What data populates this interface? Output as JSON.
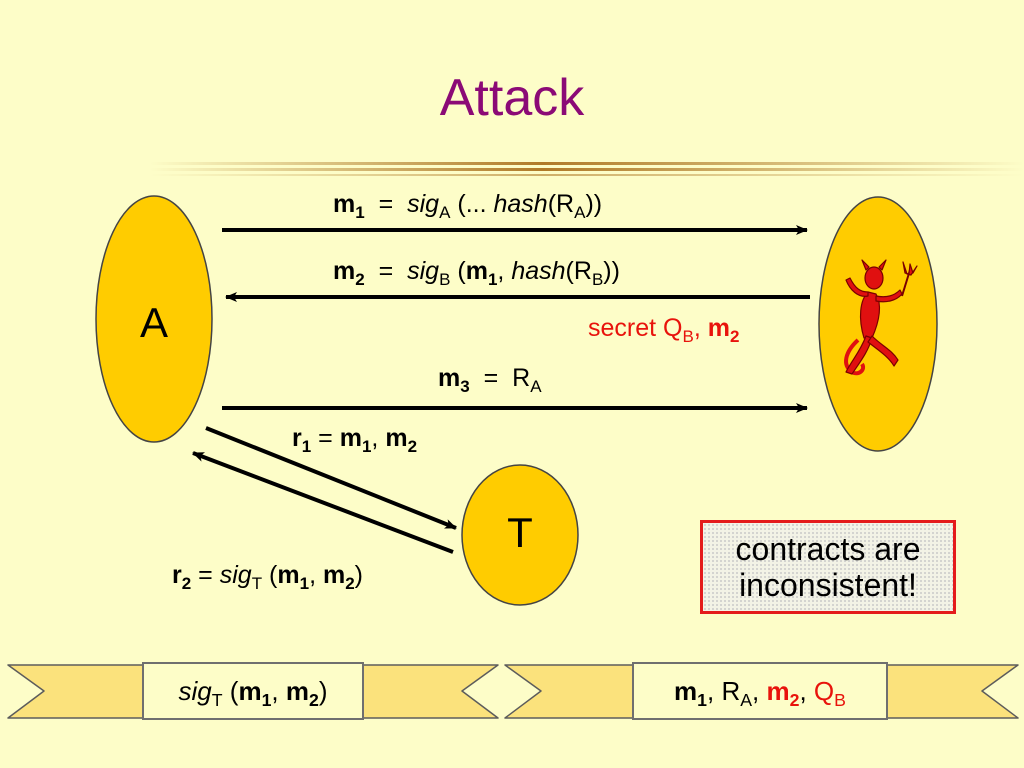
{
  "title": "Attack",
  "nodes": {
    "a": "A",
    "t": "T"
  },
  "devil_icon": "devil-icon",
  "messages": {
    "m1": {
      "name": "m",
      "idx": "1",
      "eq": "=",
      "fn": "sig",
      "fn_sub": "A",
      "open": " (... ",
      "inner_fn": "hash",
      "inner_arg": "(R",
      "inner_sub": "A",
      "close": "))"
    },
    "m2": {
      "name": "m",
      "idx": "2",
      "eq": "=",
      "fn": "sig",
      "fn_sub": "B",
      "open": " (",
      "m": "m",
      "m_idx": "1",
      "sep": ", ",
      "inner_fn": "hash",
      "inner_arg": "(R",
      "inner_sub": "B",
      "close": "))"
    },
    "secret": {
      "text": "secret  Q",
      "sub": "B",
      "sep": ", ",
      "m": "m",
      "m_idx": "2"
    },
    "m3": {
      "name": "m",
      "idx": "3",
      "eq": "=",
      "r": "R",
      "r_sub": "A"
    },
    "r1": {
      "name": "r",
      "idx": "1",
      "eq": "=",
      "m_a": "m",
      "a_idx": "1",
      "sep": ", ",
      "m_b": "m",
      "b_idx": "2"
    },
    "r2": {
      "name": "r",
      "idx": "2",
      "eq": "=",
      "fn": "sig",
      "fn_sub": "T",
      "open": " (",
      "m_a": "m",
      "a_idx": "1",
      "sep": ", ",
      "m_b": "m",
      "b_idx": "2",
      "close": ")"
    }
  },
  "callout": {
    "line1": "contracts are",
    "line2": "inconsistent!"
  },
  "banner_left": {
    "fn": "sig",
    "fn_sub": "T",
    "open": " (",
    "m_a": "m",
    "a_idx": "1",
    "sep": ", ",
    "m_b": "m",
    "b_idx": "2",
    "close": ")"
  },
  "banner_right": {
    "m_a": "m",
    "a_idx": "1",
    "sep1": ", ",
    "r": "R",
    "r_sub": "A",
    "sep2": ", ",
    "m_b": "m",
    "b_idx": "2",
    "sep3": ", ",
    "q": "Q",
    "q_sub": "B"
  },
  "colors": {
    "title": "#8b0a76",
    "node_fill": "#ffcc00",
    "red": "#e8130c",
    "background": "#fdfdc8"
  }
}
